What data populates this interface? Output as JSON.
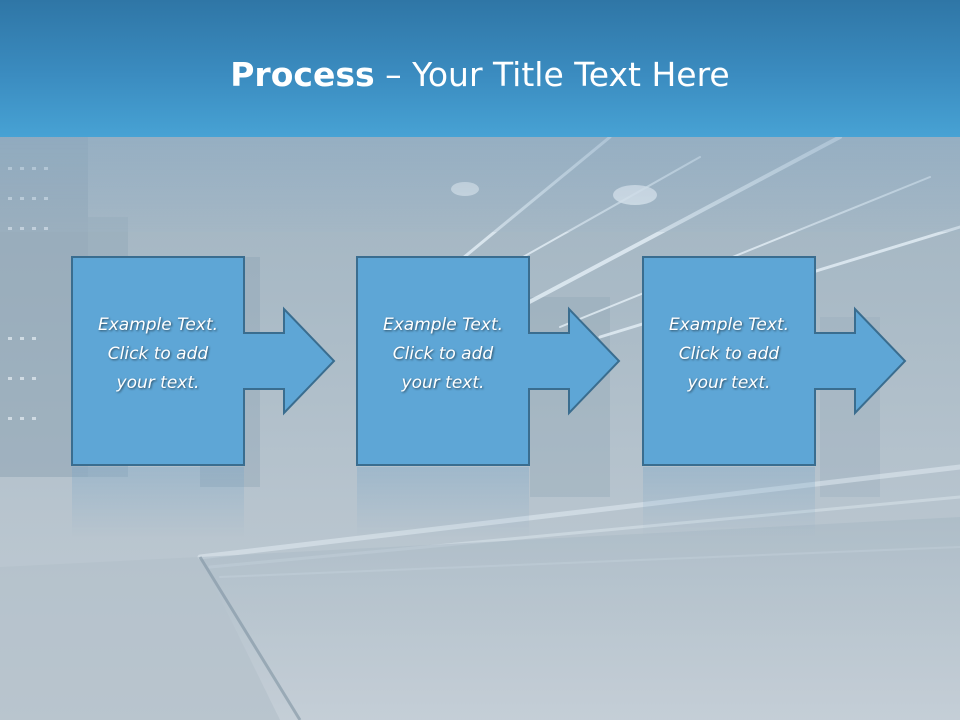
{
  "header": {
    "title_bold": "Process",
    "title_rest": " – Your Title Text Here"
  },
  "colors": {
    "header_top": "#2f76a6",
    "header_bottom": "#47a2d4",
    "box_fill": "#5ea6d6",
    "box_stroke": "#3a6d8f",
    "text": "#ffffff"
  },
  "steps": [
    {
      "text": "Example Text.\nClick  to add\nyour text."
    },
    {
      "text": "Example Text.\nClick  to add\nyour text."
    },
    {
      "text": "Example Text.\nClick  to add\nyour text."
    }
  ]
}
